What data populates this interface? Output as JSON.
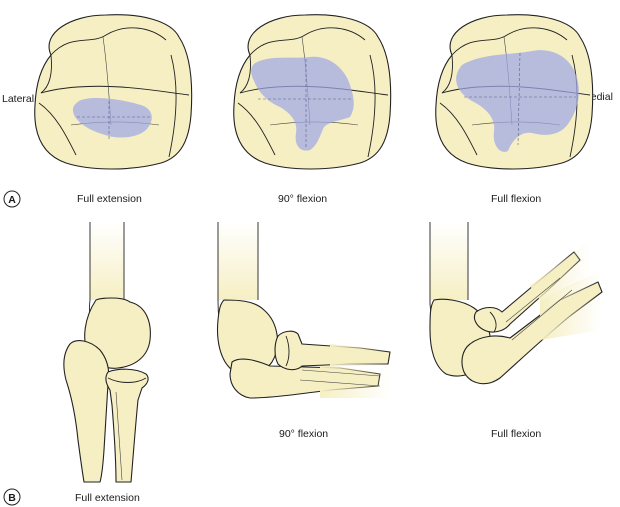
{
  "panel_a": {
    "marker": "A",
    "side_left": "Lateral",
    "side_right": "Medial",
    "captions": [
      "Full extension",
      "90° flexion",
      "Full flexion"
    ]
  },
  "panel_b": {
    "marker": "B",
    "captions": [
      "Full extension",
      "90° flexion",
      "Full flexion"
    ]
  },
  "colors": {
    "bone_fill": "#f6efc3",
    "outline": "#222222",
    "contact_area": "#9fa8e6"
  }
}
